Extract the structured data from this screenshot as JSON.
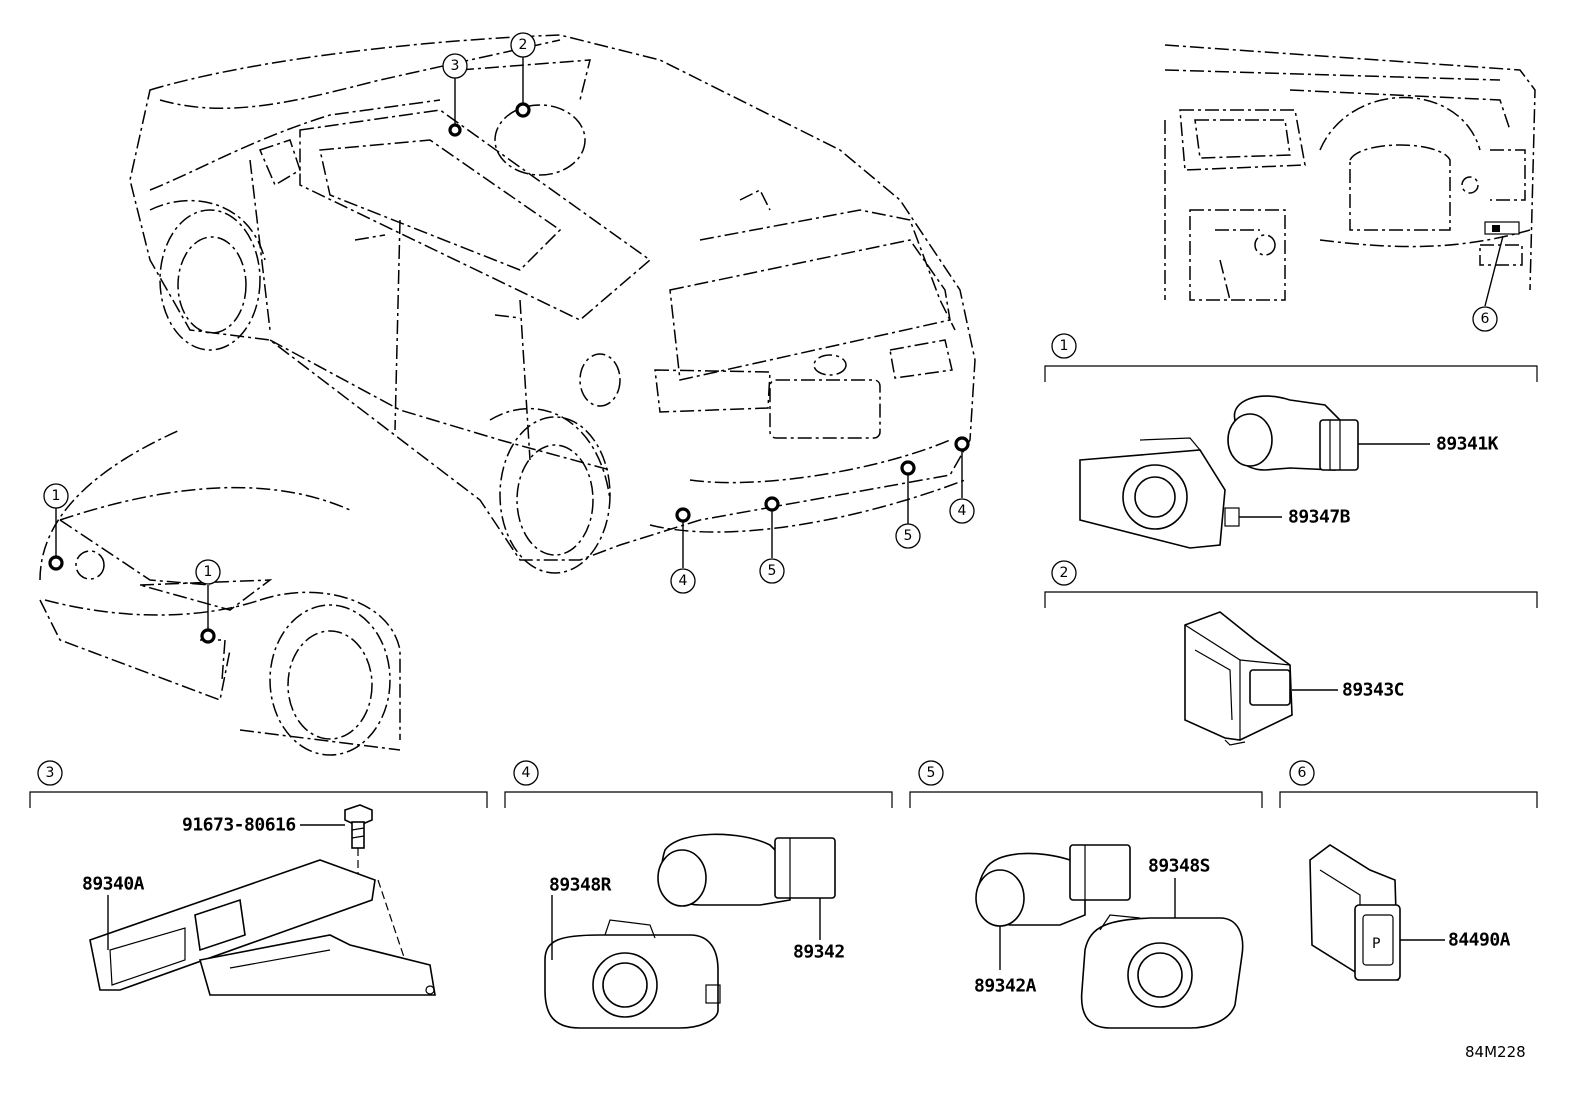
{
  "callouts": {
    "c1": "1",
    "c2": "2",
    "c3": "3",
    "c4": "4",
    "c5": "5",
    "c6": "6"
  },
  "parts": {
    "p89341K": "89341K",
    "p89347B": "89347B",
    "p89343C": "89343C",
    "p91673": "91673-80616",
    "p89340A": "89340A",
    "p89348R": "89348R",
    "p89342": "89342",
    "p89348S": "89348S",
    "p89342A": "89342A",
    "p84490A": "84490A"
  },
  "diagram_code": "84M228"
}
